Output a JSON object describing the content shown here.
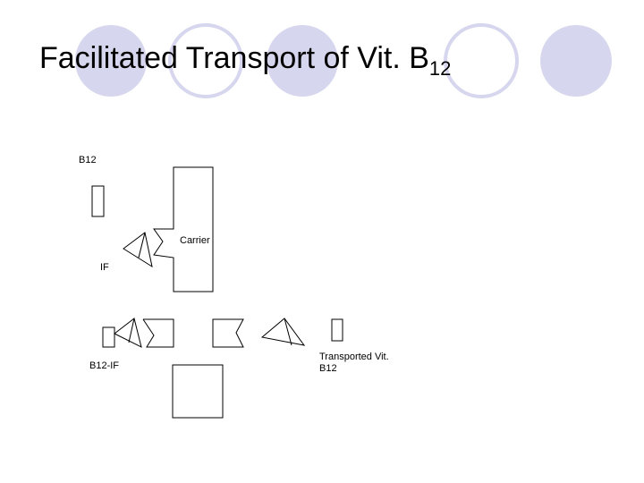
{
  "slide": {
    "title_main": "Facilitated Transport of Vit. B",
    "title_sub": "12"
  },
  "labels": {
    "b12": "B12",
    "carrier": "Carrier",
    "if": "IF",
    "b12_if": "B12-IF",
    "transported_line1": "Transported Vit.",
    "transported_line2": "B12"
  },
  "colors": {
    "circle_fill": "#d6d6ee",
    "circle_stroke": "#d6d6ee",
    "outline": "#000000",
    "background": "#ffffff"
  }
}
